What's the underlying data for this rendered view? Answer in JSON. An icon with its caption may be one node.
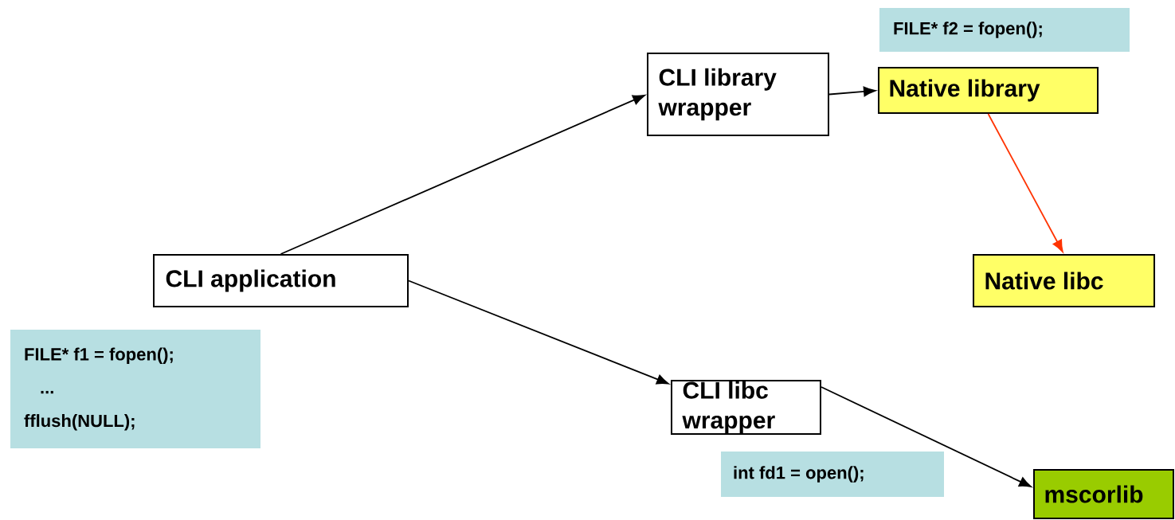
{
  "diagram": {
    "nodes": [
      {
        "text": [
          "CLI application"
        ]
      },
      {
        "text": [
          "CLI library wrapper"
        ]
      },
      {
        "text": [
          "Native library"
        ]
      },
      {
        "text": [
          "Native libc"
        ]
      },
      {
        "text": [
          "CLI libc wrapper"
        ]
      },
      {
        "text": [
          "mscorlib"
        ]
      },
      {
        "text": [
          "FILE* f2 = fopen();"
        ]
      },
      {
        "text": [
          "FILE* f1 = fopen();",
          "...",
          "fflush(NULL);"
        ]
      },
      {
        "text": [
          "int fd1 = open();"
        ]
      }
    ],
    "edges": [
      {
        "from": 0,
        "to": 1,
        "arrow": "to"
      },
      {
        "from": 1,
        "to": 2,
        "arrow": "to"
      },
      {
        "from": 2,
        "to": 3,
        "arrow": "to",
        "color": "#ff3300"
      },
      {
        "from": 0,
        "to": 4,
        "arrow": "to"
      },
      {
        "from": 4,
        "to": 5,
        "arrow": "to"
      }
    ]
  }
}
